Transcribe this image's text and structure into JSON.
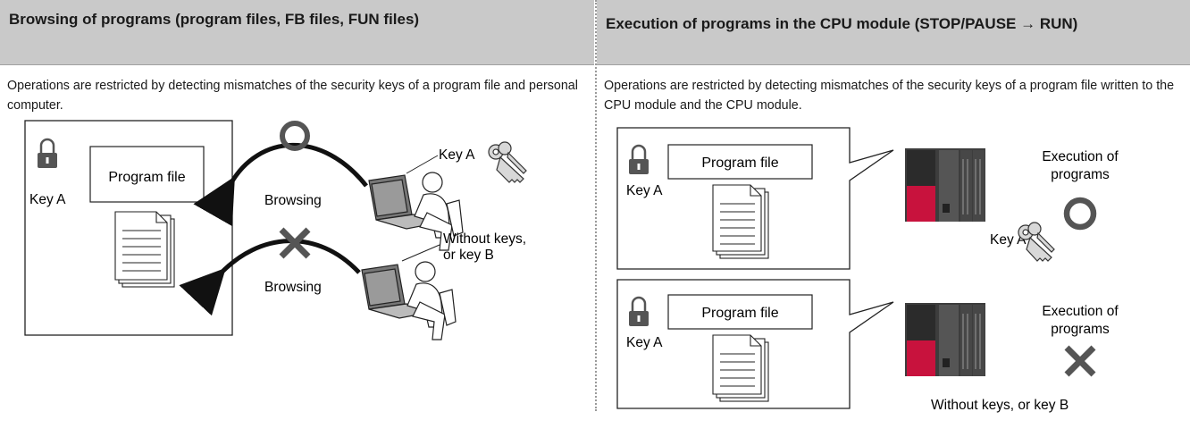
{
  "left": {
    "header": "Browsing of programs (program files, FB files, FUN files)",
    "description": "Operations are restricted by detecting mismatches of the security keys of a program file and personal computer.",
    "figure": {
      "lock_label": "Key A",
      "file_label": "Program file",
      "top_action": "Browsing",
      "top_user_key": "Key A",
      "bottom_action": "Browsing",
      "bottom_user_key_line1": "Without keys,",
      "bottom_user_key_line2": "or key B"
    }
  },
  "right": {
    "header": "Execution of programs in the CPU module (STOP/PAUSE → RUN)",
    "description": "Operations are restricted by detecting mismatches of the security keys of a program file written to the CPU module and the CPU module.",
    "figure": {
      "top": {
        "lock_label": "Key A",
        "file_label": "Program file",
        "exec_line1": "Execution of",
        "exec_line2": "programs",
        "cpu_key": "Key A"
      },
      "bottom": {
        "lock_label": "Key A",
        "file_label": "Program file",
        "exec_line1": "Execution of",
        "exec_line2": "programs",
        "cpu_key": "Without keys, or key B"
      }
    }
  },
  "colors": {
    "header_bg": "#c9c9c9",
    "cpu_red": "#c8123d",
    "cpu_dark": "#3a3a3a",
    "symbol_gray": "#5a5a5a"
  }
}
